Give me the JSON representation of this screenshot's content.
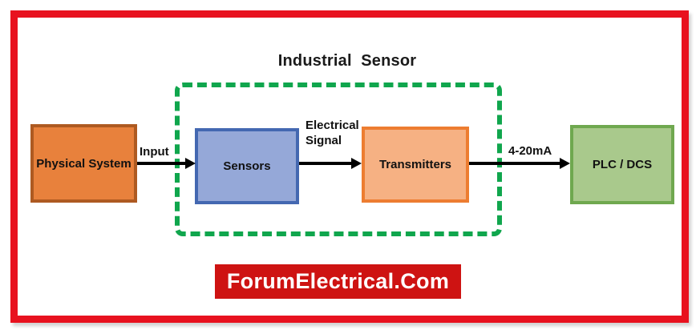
{
  "diagram": {
    "title": "Industrial  Sensor",
    "blocks": [
      {
        "id": "physical-system",
        "label": "Physical System"
      },
      {
        "id": "sensors",
        "label": "Sensors"
      },
      {
        "id": "transmitters",
        "label": "Transmitters"
      },
      {
        "id": "plc-dcs",
        "label": "PLC / DCS"
      }
    ],
    "arrows": [
      {
        "from": "physical-system",
        "to": "sensors",
        "label": "Input"
      },
      {
        "from": "sensors",
        "to": "transmitters",
        "label": "Electrical Signal"
      },
      {
        "from": "transmitters",
        "to": "plc-dcs",
        "label": "4-20mA"
      }
    ],
    "dashed_group_contains": [
      "sensors",
      "transmitters"
    ],
    "watermark": "ForumElectrical.Com"
  },
  "colors": {
    "frame-red": "#E8121F",
    "dashed-green": "#10A64D",
    "physical-fill": "#E8813C",
    "physical-border": "#AE5A21",
    "sensors-fill": "#95A8D8",
    "sensors-border": "#4468B1",
    "transmitters-fill": "#F6B183",
    "transmitters-border": "#ED7D31",
    "plc-fill": "#A9C98C",
    "plc-border": "#6FA84F",
    "banner-bg": "#CE1312",
    "banner-text": "#FFFFFF",
    "arrow-black": "#000000"
  }
}
